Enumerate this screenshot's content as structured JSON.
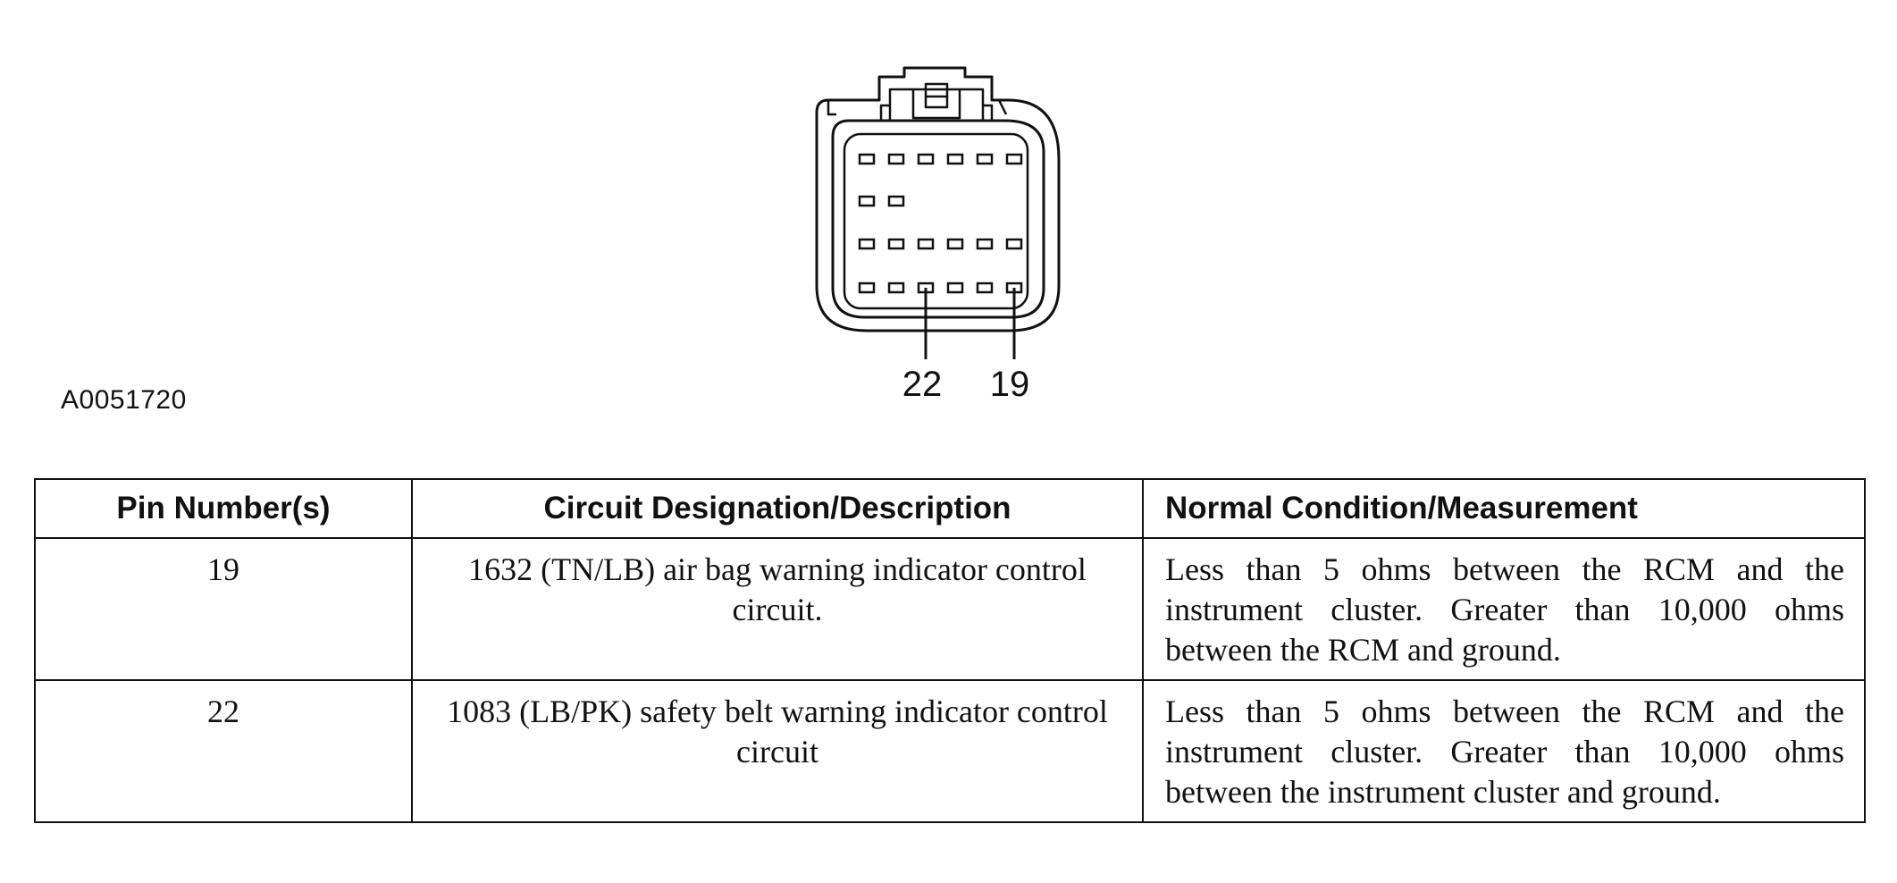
{
  "figure": {
    "id": "A0051720",
    "callouts": [
      "22",
      "19"
    ]
  },
  "table": {
    "headers": [
      "Pin Number(s)",
      "Circuit Designation/Description",
      "Normal Condition/Measurement"
    ],
    "rows": [
      {
        "pin": "19",
        "circuit": "1632 (TN/LB) air bag warning indicator control circuit.",
        "measurement": "Less than 5 ohms between the RCM and the instrument cluster. Greater than 10,000 ohms between the RCM and ground."
      },
      {
        "pin": "22",
        "circuit": "1083 (LB/PK) safety belt warning indicator control circuit",
        "measurement": "Less than 5 ohms between the RCM and the instrument cluster. Greater than 10,000 ohms between the instrument cluster and ground."
      }
    ]
  },
  "colors": {
    "ink": "#111111",
    "background": "#ffffff"
  }
}
